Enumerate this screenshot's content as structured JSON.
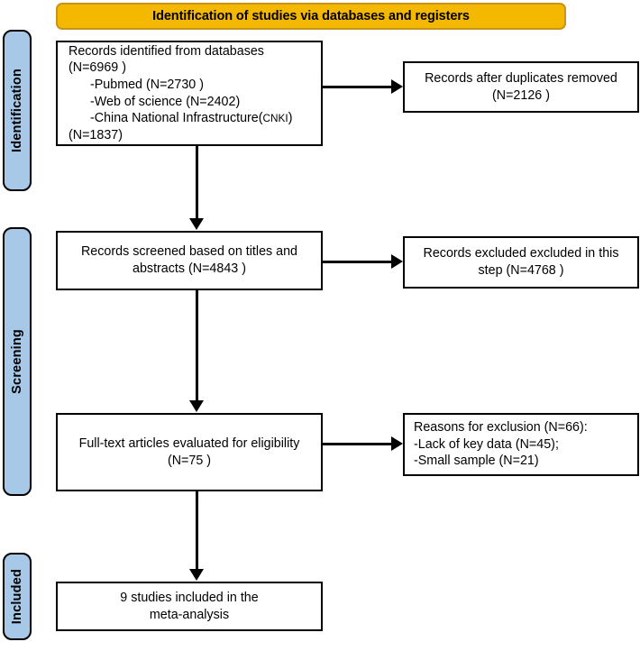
{
  "banner": {
    "title": "Identification of studies via databases and registers",
    "bg_color": "#F5B800",
    "border_color": "#C8941A"
  },
  "stages": [
    {
      "label": "Identification"
    },
    {
      "label": "Screening"
    },
    {
      "label": "Included"
    }
  ],
  "stage_style": {
    "bg_color": "#A8C8E8",
    "border_color": "#000000"
  },
  "boxes": {
    "identified": {
      "line1": "Records identified from databases",
      "line2": "(N=6969 )",
      "line3": "-Pubmed (N=2730 )",
      "line4": "-Web of science (N=2402)",
      "line5_prefix": "-China National Infrastructure(",
      "line5_cnki": "CNKI",
      "line5_suffix": ")",
      "line6": "(N=1837)"
    },
    "duplicates": {
      "line1": "Records after duplicates removed",
      "line2": "(N=2126 )"
    },
    "screened": {
      "line1": "Records screened based on titles and",
      "line2": "abstracts (N=4843 )"
    },
    "excluded": {
      "line1": "Records excluded excluded in this",
      "line2": "step (N=4768 )"
    },
    "fulltext": {
      "line1": "Full-text articles evaluated for eligibility",
      "line2": "(N=75 )"
    },
    "reasons": {
      "line1": "Reasons for exclusion (N=66):",
      "line2": "-Lack of key data (N=45);",
      "line3": "-Small sample (N=21)"
    },
    "included": {
      "line1": "9 studies included in the",
      "line2": "meta-analysis"
    }
  },
  "chart_data": {
    "type": "diagram",
    "title": "Identification of studies via databases and registers",
    "diagram_kind": "PRISMA flow diagram",
    "stages": [
      "Identification",
      "Screening",
      "Included"
    ],
    "nodes": [
      {
        "id": "identified",
        "stage": "Identification",
        "label": "Records identified from databases (N=6969 )",
        "value": 6969,
        "breakdown": [
          {
            "source": "Pubmed",
            "value": 2730
          },
          {
            "source": "Web of science",
            "value": 2402
          },
          {
            "source": "China National Infrastructure(CNKI)",
            "value": 1837
          }
        ]
      },
      {
        "id": "duplicates",
        "stage": "Identification",
        "label": "Records after duplicates removed (N=2126 )",
        "value": 2126
      },
      {
        "id": "screened",
        "stage": "Screening",
        "label": "Records screened based on titles and abstracts (N=4843 )",
        "value": 4843
      },
      {
        "id": "excluded",
        "stage": "Screening",
        "label": "Records excluded excluded in this step (N=4768 )",
        "value": 4768
      },
      {
        "id": "fulltext",
        "stage": "Screening",
        "label": "Full-text articles evaluated for eligibility (N=75 )",
        "value": 75
      },
      {
        "id": "reasons",
        "stage": "Screening",
        "label": "Reasons for exclusion (N=66):",
        "value": 66,
        "breakdown": [
          {
            "source": "Lack of key data",
            "value": 45
          },
          {
            "source": "Small sample",
            "value": 21
          }
        ]
      },
      {
        "id": "included",
        "stage": "Included",
        "label": "9 studies included in the meta-analysis",
        "value": 9
      }
    ],
    "edges": [
      {
        "from": "identified",
        "to": "duplicates",
        "direction": "right"
      },
      {
        "from": "identified",
        "to": "screened",
        "direction": "down"
      },
      {
        "from": "screened",
        "to": "excluded",
        "direction": "right"
      },
      {
        "from": "screened",
        "to": "fulltext",
        "direction": "down"
      },
      {
        "from": "fulltext",
        "to": "reasons",
        "direction": "right"
      },
      {
        "from": "fulltext",
        "to": "included",
        "direction": "down"
      }
    ]
  }
}
